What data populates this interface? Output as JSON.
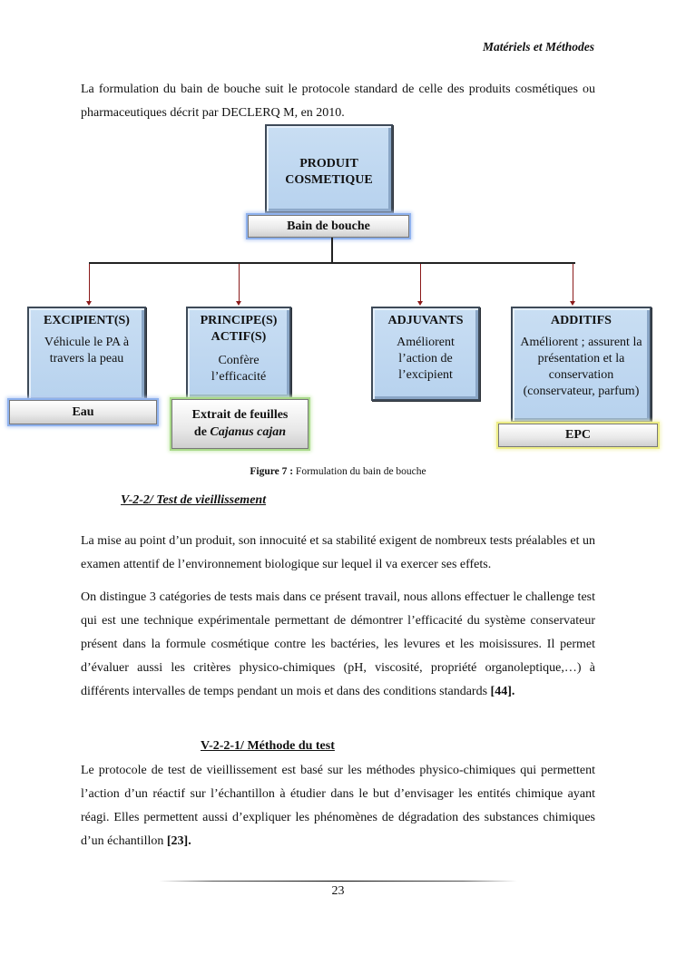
{
  "header": {
    "title": "Matériels et Méthodes"
  },
  "intro": "La formulation du bain de bouche suit le protocole standard de celle des produits cosmétiques ou pharmaceutiques décrit par DECLERQ M, en 2010.",
  "diagram": {
    "root": {
      "line1": "PRODUIT",
      "line2": "COSMETIQUE",
      "label": "Bain de bouche"
    },
    "children": [
      {
        "title": "EXCIPIENT(S)",
        "desc": "Véhicule le PA à travers la peau",
        "label": "Eau"
      },
      {
        "title": "PRINCIPE(S) ACTIF(S)",
        "desc": "Confère l’efficacité",
        "label_line1": "Extrait de feuilles",
        "label_prefix": "de ",
        "label_italic": "Cajanus cajan"
      },
      {
        "title": "ADJUVANTS",
        "desc": "Améliorent l’action de l’excipient"
      },
      {
        "title": "ADDITIFS",
        "desc": "Améliorent ; assurent la présentation et la conservation (conservateur, parfum)",
        "label": "EPC"
      }
    ]
  },
  "caption": {
    "label": "Figure 7 :",
    "text": " Formulation du bain de bouche"
  },
  "section1": {
    "heading": "V-2-2/ Test de vieillissement"
  },
  "para1": "La mise au point d’un produit, son innocuité et sa stabilité exigent de nombreux tests préalables et un examen attentif de l’environnement biologique sur lequel il va exercer ses effets.",
  "para2": {
    "text": "On distingue 3 catégories de tests mais dans ce présent travail, nous allons effectuer le challenge test qui est une technique expérimentale permettant de démontrer l’efficacité du système conservateur présent dans la formule cosmétique contre les bactéries, les levures et les moisissures. Il permet d’évaluer aussi les critères physico-chimiques (pH, viscosité, propriété organoleptique,…) à différents intervalles de temps pendant un mois et dans des conditions standards ",
    "ref": "[44]."
  },
  "section2": {
    "heading": "V-2-2-1/ Méthode du test"
  },
  "para3": {
    "text": "Le protocole de test de vieillissement est basé sur les méthodes physico-chimiques qui permettent l’action d’un réactif sur l’échantillon à étudier dans le but d’envisager les entités chimique ayant réagi.  Elles permettent aussi d’expliquer les phénomènes de dégradation des substances chimiques d’un échantillon ",
    "ref": "[23]."
  },
  "footer": {
    "page": "23"
  }
}
